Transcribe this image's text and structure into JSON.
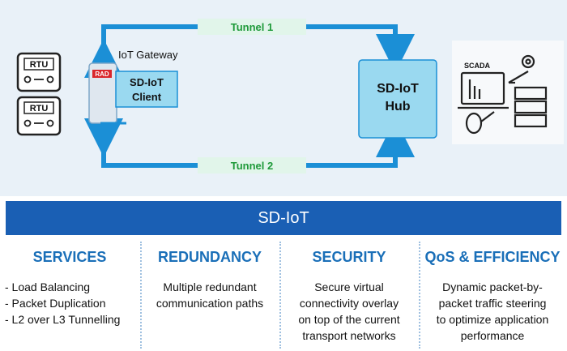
{
  "tunnel1": "Tunnel 1",
  "tunnel2": "Tunnel 2",
  "gateway_label": "IoT Gateway",
  "client_label": [
    "SD-IoT",
    "Client"
  ],
  "device_brand": "RAD",
  "hub_label": [
    "SD-IoT",
    "Hub"
  ],
  "rtu_label": "RTU",
  "scada_label": "SCADA",
  "banner": "SD-IoT",
  "columns": [
    {
      "title": "SERVICES",
      "items": [
        "- Load Balancing",
        "- Packet Duplication",
        "- L2 over L3 Tunnelling"
      ]
    },
    {
      "title": "REDUNDANCY",
      "lines": [
        "Multiple redundant",
        "communication paths"
      ]
    },
    {
      "title": "SECURITY",
      "lines": [
        "Secure virtual",
        "connectivity overlay",
        "on top of the current",
        "transport networks"
      ]
    },
    {
      "title": "QoS & EFFICIENCY",
      "lines": [
        "Dynamic packet-by-",
        "packet traffic steering",
        "to optimize application",
        "performance"
      ]
    }
  ],
  "colors": {
    "arrow": "#1b8fd6",
    "hub": "#9ad9f0",
    "banner": "#1a5fb4",
    "title": "#1a6fb8",
    "tunnel_text": "#1f9a3a"
  }
}
